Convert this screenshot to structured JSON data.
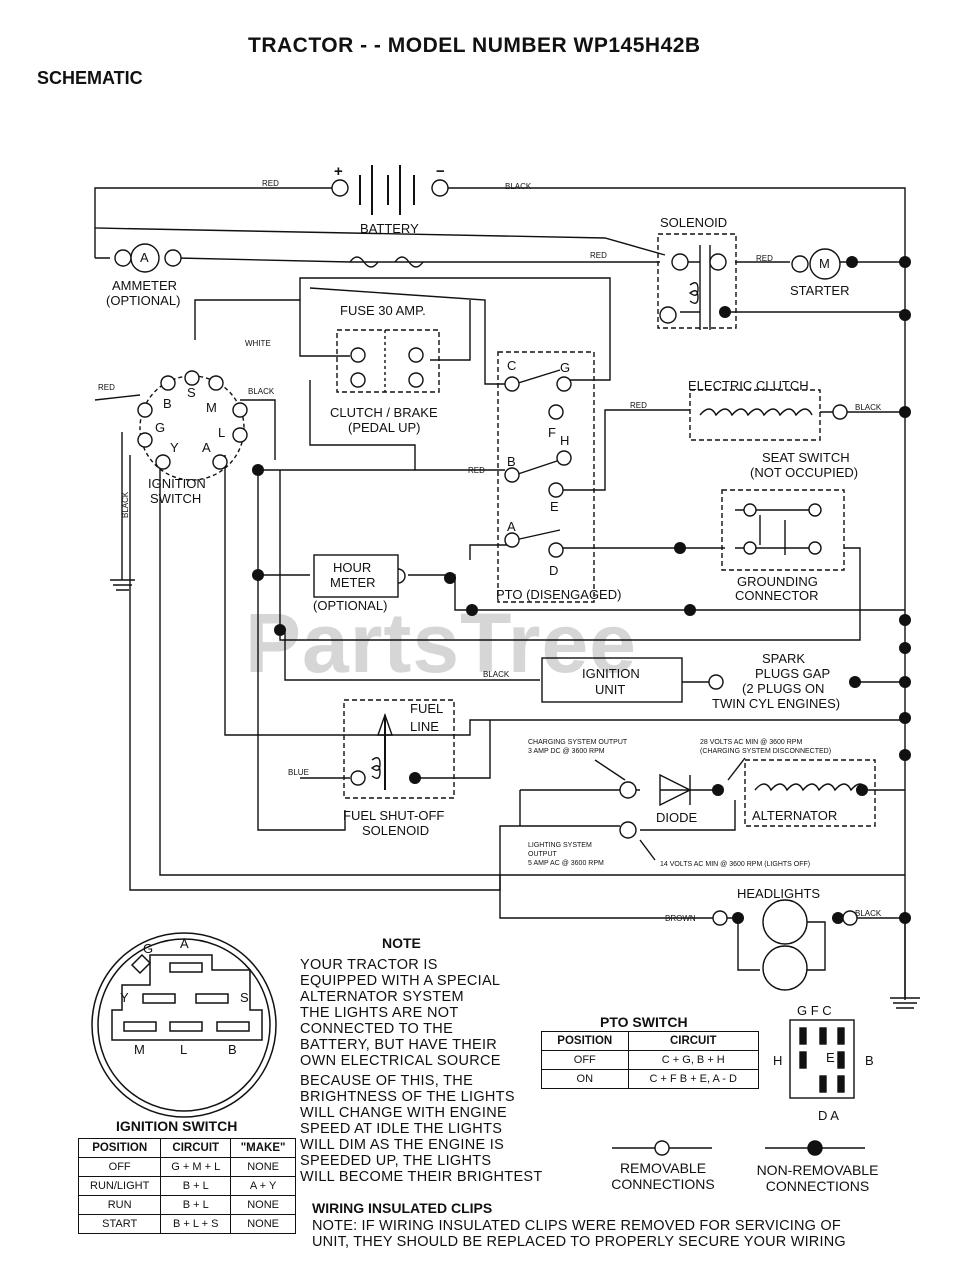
{
  "header": {
    "title": "TRACTOR - - MODEL NUMBER WP145H42B",
    "subtitle": "SCHEMATIC"
  },
  "watermark": "PartsTree",
  "components": {
    "battery": "BATTERY",
    "battery_plus": "+",
    "battery_minus": "−",
    "solenoid": "SOLENOID",
    "starter": "STARTER",
    "starter_symbol": "M",
    "ammeter": [
      "AMMETER",
      "(OPTIONAL)"
    ],
    "ammeter_symbol": "A",
    "fuse": "FUSE 30 AMP.",
    "clutch_brake": [
      "CLUTCH / BRAKE",
      "(PEDAL UP)"
    ],
    "electric_clutch": "ELECTRIC CLUTCH",
    "seat_switch": [
      "SEAT SWITCH",
      "(NOT OCCUPIED)"
    ],
    "grounding_connector": [
      "GROUNDING",
      "CONNECTOR"
    ],
    "ignition_switch": [
      "IGNITION",
      "SWITCH"
    ],
    "hour_meter": [
      "HOUR",
      "METER"
    ],
    "hour_meter_optional": "(OPTIONAL)",
    "pto": "PTO (DISENGAGED)",
    "ignition_unit": [
      "IGNITION",
      "UNIT"
    ],
    "spark_plugs": [
      "SPARK",
      "PLUGS GAP",
      "(2 PLUGS ON",
      "TWIN CYL ENGINES)"
    ],
    "fuel_line": [
      "FUEL",
      "LINE"
    ],
    "fuel_solenoid": [
      "FUEL SHUT-OFF",
      "SOLENOID"
    ],
    "diode": "DIODE",
    "alternator": "ALTERNATOR",
    "headlights": "HEADLIGHTS"
  },
  "terminals": {
    "ignition": [
      "B",
      "S",
      "M",
      "L",
      "A",
      "Y",
      "G"
    ],
    "pto": [
      "C",
      "G",
      "F",
      "H",
      "B",
      "E",
      "A",
      "D"
    ]
  },
  "wires": {
    "red": "RED",
    "black": "BLACK",
    "white": "WHITE",
    "blue": "BLUE",
    "brown": "BROWN"
  },
  "annotations": {
    "charging_output": [
      "CHARGING SYSTEM OUTPUT",
      "3 AMP DC @ 3600 RPM"
    ],
    "volts_28": [
      "28 VOLTS AC MIN @ 3600 RPM",
      "(CHARGING SYSTEM DISCONNECTED)"
    ],
    "lighting_output": [
      "LIGHTING SYSTEM",
      "OUTPUT",
      "5 AMP AC @ 3600 RPM"
    ],
    "volts_14": "14 VOLTS AC MIN @ 3600 RPM (LIGHTS OFF)"
  },
  "ignition_diagram": {
    "letters": [
      "G",
      "A",
      "Y",
      "S",
      "M",
      "L",
      "B"
    ]
  },
  "ignition_table": {
    "title": "IGNITION SWITCH",
    "headers": [
      "POSITION",
      "CIRCUIT",
      "\"MAKE\""
    ],
    "rows": [
      [
        "OFF",
        "G + M + L",
        "NONE"
      ],
      [
        "RUN/LIGHT",
        "B + L",
        "A + Y"
      ],
      [
        "RUN",
        "B + L",
        "NONE"
      ],
      [
        "START",
        "B + L + S",
        "NONE"
      ]
    ]
  },
  "note": {
    "title": "NOTE",
    "lines": [
      "YOUR TRACTOR IS",
      "EQUIPPED WITH A SPECIAL",
      "ALTERNATOR SYSTEM",
      "THE LIGHTS ARE NOT",
      "CONNECTED TO THE",
      "BATTERY, BUT HAVE THEIR",
      "OWN ELECTRICAL SOURCE",
      "BECAUSE OF THIS, THE",
      "BRIGHTNESS OF THE LIGHTS",
      "WILL CHANGE WITH ENGINE",
      "SPEED   AT IDLE THE LIGHTS",
      "WILL DIM   AS THE ENGINE IS",
      "SPEEDED UP, THE LIGHTS",
      "WILL BECOME THEIR BRIGHTEST"
    ]
  },
  "pto_table": {
    "title": "PTO SWITCH",
    "headers": [
      "POSITION",
      "CIRCUIT"
    ],
    "rows": [
      [
        "OFF",
        "C + G, B + H"
      ],
      [
        "ON",
        "C + F  B + E, A - D"
      ]
    ]
  },
  "pto_diagram": {
    "top": "G  F  C",
    "left": "H",
    "right": "B",
    "center": "E",
    "bottom": "D  A"
  },
  "legend": {
    "removable": [
      "REMOVABLE",
      "CONNECTIONS"
    ],
    "non_removable": [
      "NON-REMOVABLE",
      "CONNECTIONS"
    ]
  },
  "clips": {
    "title": "WIRING INSULATED CLIPS",
    "lines": [
      "NOTE: IF WIRING INSULATED CLIPS WERE REMOVED FOR SERVICING OF",
      "UNIT, THEY SHOULD BE REPLACED TO PROPERLY SECURE YOUR WIRING"
    ]
  }
}
